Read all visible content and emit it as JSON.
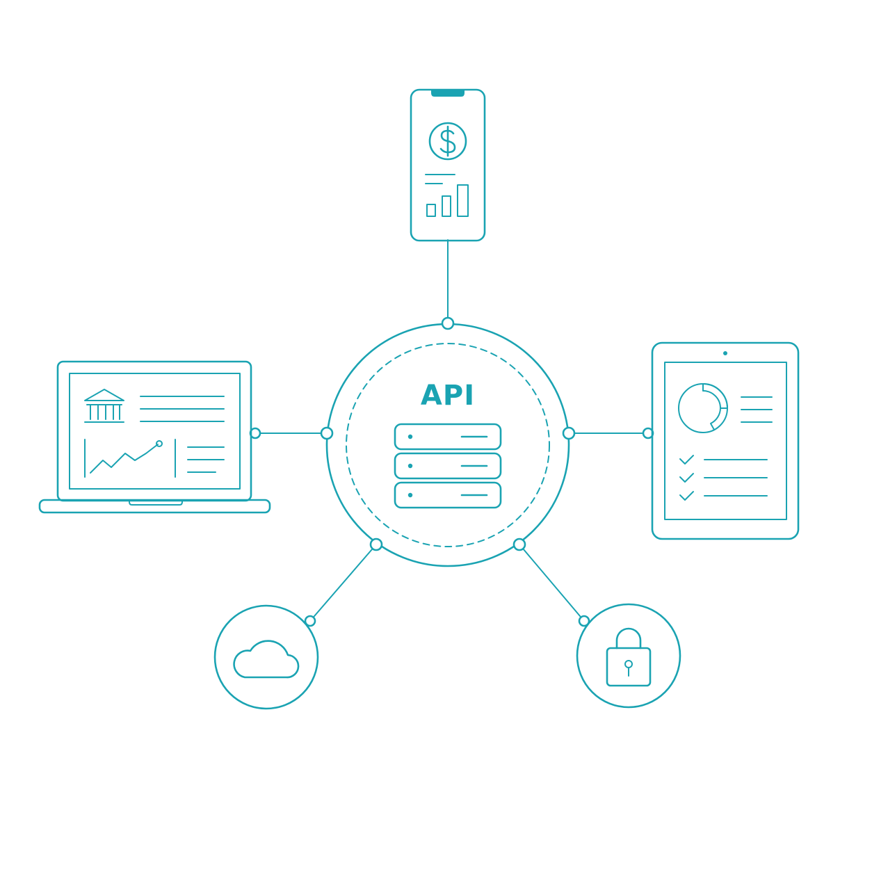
{
  "theme": {
    "accent": "#1aa3b2",
    "background": "#ffffff"
  },
  "hub": {
    "label": "API",
    "icon": "server-stack-icon"
  },
  "nodes": [
    {
      "id": "mobile",
      "icon": "smartphone-icon",
      "content_icons": [
        "dollar-coin-icon",
        "bar-chart-icon"
      ]
    },
    {
      "id": "laptop",
      "icon": "laptop-icon",
      "content_icons": [
        "bank-icon",
        "line-chart-icon"
      ]
    },
    {
      "id": "tablet",
      "icon": "tablet-icon",
      "content_icons": [
        "pie-chart-icon",
        "checklist-icon"
      ]
    },
    {
      "id": "cloud",
      "icon": "cloud-icon"
    },
    {
      "id": "security",
      "icon": "padlock-icon"
    }
  ]
}
